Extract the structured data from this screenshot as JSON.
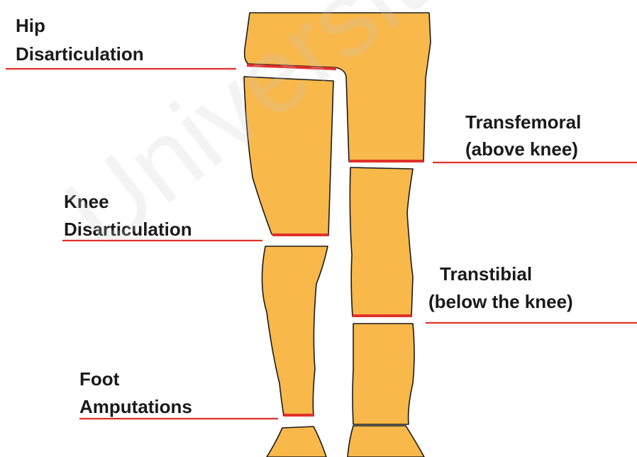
{
  "labels": {
    "hip_line1": "Hip",
    "hip_line2": "Disarticulation",
    "transfemoral_line1": "Transfemoral",
    "transfemoral_line2": "(above knee)",
    "knee_line1": "Knee",
    "knee_line2": "Disarticulation",
    "transtibial_line1": "Transtibial",
    "transtibial_line2": "(below the knee)",
    "foot_line1": "Foot",
    "foot_line2": "Amputations"
  },
  "watermark": "Universiti Malaya",
  "colors": {
    "limb_fill": "#f8b84a",
    "outline": "#1a1a1a",
    "cut_line": "#e0312a",
    "text": "#1a1a1a"
  }
}
